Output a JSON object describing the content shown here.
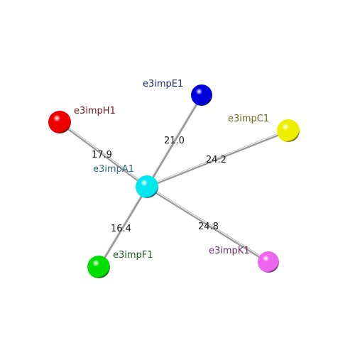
{
  "center": {
    "id": "A1",
    "label": "e3impA1",
    "color": "#00e8ee",
    "label_color": "#2c6e78"
  },
  "atoms": [
    {
      "id": "H1",
      "label": "e3impH1",
      "color": "#ee0000",
      "label_color": "#6a1a1a",
      "distance": "17.9"
    },
    {
      "id": "E1",
      "label": "e3impE1",
      "color": "#0000dd",
      "label_color": "#1e2a6e",
      "distance": "21.0"
    },
    {
      "id": "C1",
      "label": "e3impC1",
      "color": "#eeee00",
      "label_color": "#6a6a1a",
      "distance": "24.2"
    },
    {
      "id": "F1",
      "label": "e3impF1",
      "color": "#00dd00",
      "label_color": "#1e5a1e",
      "distance": "16.4"
    },
    {
      "id": "K1",
      "label": "e3impK1",
      "color": "#ee66ee",
      "label_color": "#6a2a6a",
      "distance": "24.8"
    }
  ]
}
